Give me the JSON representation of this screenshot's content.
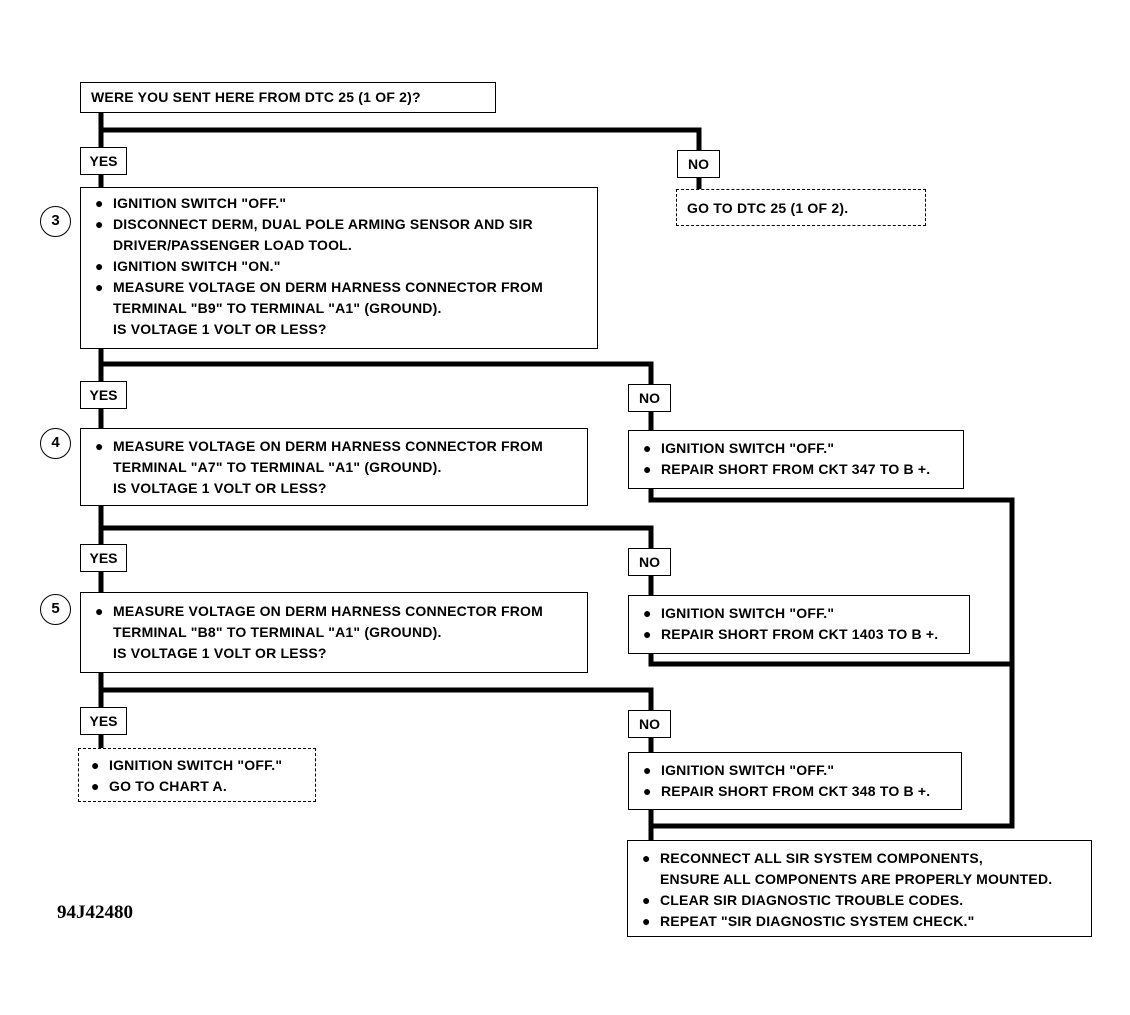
{
  "question": "WERE YOU SENT HERE FROM DTC 25 (1 OF 2)?",
  "yes": "YES",
  "no": "NO",
  "bullet": "●",
  "no1_box": "GO TO DTC 25 (1 OF 2).",
  "step3": {
    "num": "3",
    "items": [
      "IGNITION SWITCH \"OFF.\"",
      "DISCONNECT DERM, DUAL POLE ARMING SENSOR AND SIR",
      "IGNITION SWITCH \"ON.\"",
      "MEASURE VOLTAGE ON DERM HARNESS CONNECTOR FROM"
    ],
    "item2_cont": "DRIVER/PASSENGER LOAD TOOL.",
    "item4_cont": "TERMINAL \"B9\" TO TERMINAL \"A1\" (GROUND).",
    "question": "IS VOLTAGE 1 VOLT OR LESS?"
  },
  "step4": {
    "num": "4",
    "item": "MEASURE VOLTAGE ON DERM HARNESS CONNECTOR FROM",
    "item_cont": "TERMINAL \"A7\" TO TERMINAL \"A1\" (GROUND).",
    "question": "IS VOLTAGE 1 VOLT OR LESS?"
  },
  "step5": {
    "num": "5",
    "item": "MEASURE VOLTAGE ON DERM HARNESS CONNECTOR FROM",
    "item_cont": "TERMINAL \"B8\" TO TERMINAL \"A1\" (GROUND).",
    "question": "IS VOLTAGE 1 VOLT OR LESS?"
  },
  "no3_box": [
    "IGNITION SWITCH \"OFF.\"",
    "REPAIR SHORT FROM CKT 347 TO B +."
  ],
  "no4_box": [
    "IGNITION SWITCH \"OFF.\"",
    "REPAIR SHORT FROM CKT 1403 TO B +."
  ],
  "no5_box": [
    "IGNITION SWITCH \"OFF.\"",
    "REPAIR SHORT FROM CKT 348 TO B +."
  ],
  "yes5_box": [
    "IGNITION SWITCH \"OFF.\"",
    "GO TO CHART A."
  ],
  "final_box": {
    "item1": "RECONNECT ALL SIR SYSTEM COMPONENTS,",
    "item1_cont": "ENSURE ALL COMPONENTS ARE PROPERLY MOUNTED.",
    "item2": "CLEAR SIR DIAGNOSTIC TROUBLE CODES.",
    "item3": "REPEAT \"SIR DIAGNOSTIC SYSTEM CHECK.\""
  },
  "figure_id": "94J42480"
}
